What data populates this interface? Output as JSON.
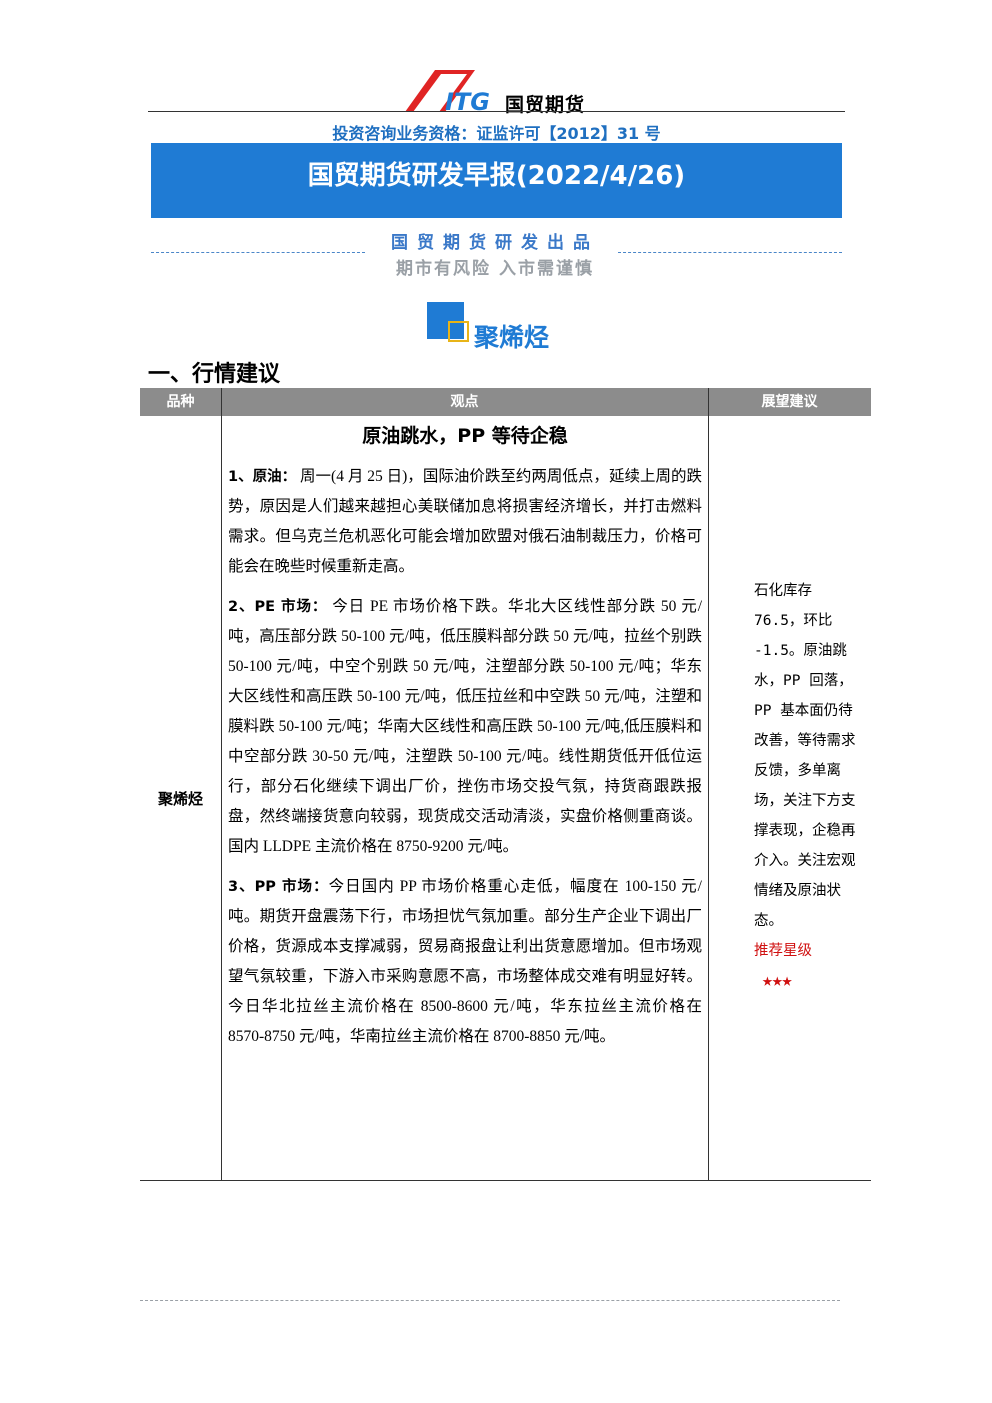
{
  "header": {
    "logo_text": "国贸期货",
    "license": "投资咨询业务资格：证监许可【2012】31 号",
    "title": "国贸期货研发早报(2022/4/26)",
    "producer": "国贸期货研发出品",
    "risk_warning": "期市有风险 入市需谨慎"
  },
  "section": {
    "title": "聚烯烃",
    "heading": "一、行情建议"
  },
  "table": {
    "headers": [
      "品种",
      "观点",
      "展望建议"
    ],
    "variety": "聚烯烃",
    "view_title": "原油跳水，PP 等待企稳",
    "paragraphs": [
      {
        "label": "1、原油：",
        "text": " 周一(4 月 25 日)，国际油价跌至约两周低点，延续上周的跌势，原因是人们越来越担心美联储加息将损害经济增长，并打击燃料需求。但乌克兰危机恶化可能会增加欧盟对俄石油制裁压力，价格可能会在晚些时候重新走高。"
      },
      {
        "label": "2、PE 市场：",
        "text": " 今日 PE 市场价格下跌。华北大区线性部分跌 50 元/吨，高压部分跌 50-100 元/吨，低压膜料部分跌 50 元/吨，拉丝个别跌 50-100 元/吨，中空个别跌 50 元/吨，注塑部分跌 50-100 元/吨；华东大区线性和高压跌 50-100 元/吨，低压拉丝和中空跌 50 元/吨，注塑和膜料跌 50-100 元/吨；华南大区线性和高压跌 50-100 元/吨,低压膜料和中空部分跌 30-50 元/吨，注塑跌 50-100 元/吨。线性期货低开低位运行，部分石化继续下调出厂价，挫伤市场交投气氛，持货商跟跌报盘，然终端接货意向较弱，现货成交活动清淡，实盘价格侧重商谈。国内 LLDPE 主流价格在 8750-9200 元/吨。"
      },
      {
        "label": "3、PP 市场：",
        "text": "今日国内 PP 市场价格重心走低，幅度在 100-150 元/吨。期货开盘震荡下行，市场担忧气氛加重。部分生产企业下调出厂价格，货源成本支撑减弱，贸易商报盘让利出货意愿增加。但市场观望气氛较重，下游入市采购意愿不高，市场整体成交难有明显好转。今日华北拉丝主流价格在 8500-8600 元/吨，华东拉丝主流价格在 8570-8750 元/吨，华南拉丝主流价格在 8700-8850 元/吨。"
      }
    ],
    "advice": "石化库存 76.5，环比 -1.5。原油跳水，PP 回落，PP 基本面仍待改善，等待需求反馈，多单离场，关注下方支撑表现，企稳再介入。关注宏观情绪及原油状态。",
    "rating_label": "推荐星级",
    "stars": "★★★"
  },
  "colors": {
    "brand_blue": "#1f7bd4",
    "logo_red": "#e02424",
    "accent_yellow": "#e8b418",
    "header_gray": "#8c8c8c",
    "rating_red": "#d01010"
  }
}
